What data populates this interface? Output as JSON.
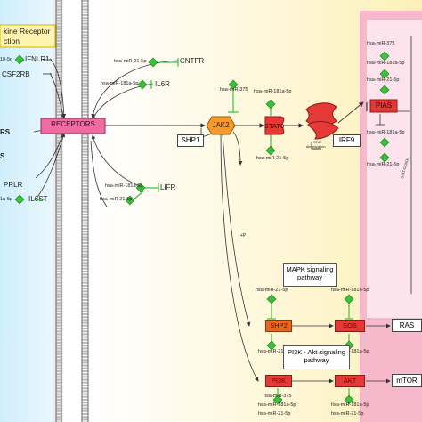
{
  "title_box": {
    "line1": "kine Receptor",
    "line2": "ction"
  },
  "left_genes": {
    "ifnlr1": "IFNLR1",
    "csf2rb": "CSF2RB",
    "s_label": "S",
    "prlr": "PRLR",
    "il6st": "IL6ST",
    "mirna_top_left": "10-5p",
    "mirna_bottom_left": "1a-5p",
    "rs_label": "RS"
  },
  "receptor_genes": {
    "cntfr": "CNTFR",
    "il6r": "IL6R",
    "lifr": "LIFR"
  },
  "mirnas": {
    "cntfr_mir": "hsa-miR-21-5p",
    "il6r_mir": "hsa-miR-181a-5p",
    "jak2_mir": "hsa-miR-375",
    "stat3_top_mir": "hsa-miR-181a-5p",
    "stat3_bottom_mir": "hsa-miR-21-5p",
    "lifr_mir1": "hsa-miR-181a-5p",
    "lifr_mir2": "hsa-miR-21-5p",
    "shp2_mir1": "hsa-miR-21-5p",
    "sos_mir1": "hsa-miR-181a-5p",
    "shp2_mir2": "hsa-miR-21-5p",
    "sos_mir2": "hsa-miR-181a-5p",
    "pi3k_mir1": "hsa-miR-375",
    "pi3k_mir2": "hsa-miR-181a-5p",
    "pi3k_mir3": "hsa-miR-21-5p",
    "akt_mir1": "hsa-miR-181a-5p",
    "akt_mir2": "hsa-miR-21-5p",
    "pias_mir1": "hsa-miR-375",
    "pias_mir2": "hsa-miR-181a-5p",
    "pias_mir3": "hsa-miR-21-5p",
    "pias_mir4": "hsa-miR-181a-5p",
    "pias_mir5": "hsa-miR-21-5p"
  },
  "nodes": {
    "receptors": "RECEPTORS",
    "shp1": "SHP1",
    "jak2": "JAK2",
    "stat3": "STAT3",
    "irf9": "IRF9",
    "pias": "PIAS",
    "stat_dimer_line1": "STAT",
    "stat_dimer_line2": "dimerization",
    "shp2": "SHP2",
    "sos": "SOS",
    "ras": "RAS",
    "pi3k": "PI3K",
    "akt": "AKT",
    "mtor": "mTOR",
    "mapk_pathway": "MAPK signaling pathway",
    "pi3k_pathway": "PI3K - Akt signaling pathway",
    "p_label": "+P",
    "nucleus_label": "STAT-CCNDA"
  },
  "colors": {
    "left_panel": "#d9f0fb",
    "membrane": "#c8c8c8",
    "yellow_bg": "#fdf4c8",
    "pink_bg": "#f8c6d4",
    "nucleus": "#fde7ef",
    "receptor_fill": "#f06ba0",
    "jak2_fill": "#f39a2c",
    "stat_fill": "#e53935",
    "mirna_fill": "#39c23a"
  }
}
